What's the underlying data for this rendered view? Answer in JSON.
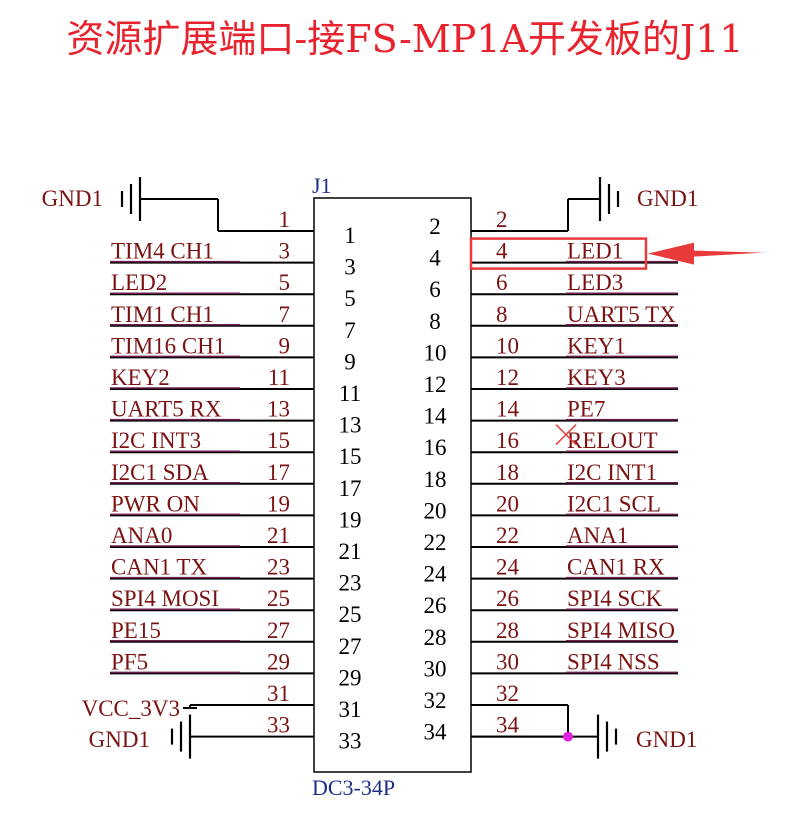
{
  "title": "资源扩展端口-接FS-MP1A开发板的J11",
  "connector": {
    "designator": "J1",
    "part": "DC3-34P"
  },
  "power": {
    "gnd_label": "GND1",
    "vcc_label": "VCC_3V3"
  },
  "left_pins": [
    {
      "pin": "1",
      "net": ""
    },
    {
      "pin": "3",
      "net": "TIM4_CH1"
    },
    {
      "pin": "5",
      "net": "LED2"
    },
    {
      "pin": "7",
      "net": "TIM1_CH1"
    },
    {
      "pin": "9",
      "net": "TIM16_CH1"
    },
    {
      "pin": "11",
      "net": "KEY2"
    },
    {
      "pin": "13",
      "net": "UART5_RX"
    },
    {
      "pin": "15",
      "net": "I2C_INT3"
    },
    {
      "pin": "17",
      "net": "I2C1_SDA"
    },
    {
      "pin": "19",
      "net": "PWR_ON"
    },
    {
      "pin": "21",
      "net": "ANA0"
    },
    {
      "pin": "23",
      "net": "CAN1_TX"
    },
    {
      "pin": "25",
      "net": "SPI4_MOSI"
    },
    {
      "pin": "27",
      "net": "PE15"
    },
    {
      "pin": "29",
      "net": "PF5"
    },
    {
      "pin": "31",
      "net": ""
    },
    {
      "pin": "33",
      "net": ""
    }
  ],
  "right_pins": [
    {
      "pin": "2",
      "net": ""
    },
    {
      "pin": "4",
      "net": "LED1"
    },
    {
      "pin": "6",
      "net": "LED3"
    },
    {
      "pin": "8",
      "net": "UART5_TX"
    },
    {
      "pin": "10",
      "net": "KEY1"
    },
    {
      "pin": "12",
      "net": "KEY3"
    },
    {
      "pin": "14",
      "net": "PE7"
    },
    {
      "pin": "16",
      "net": "RELOUT"
    },
    {
      "pin": "18",
      "net": "I2C_INT1"
    },
    {
      "pin": "20",
      "net": "I2C1_SCL"
    },
    {
      "pin": "22",
      "net": "ANA1"
    },
    {
      "pin": "24",
      "net": "CAN1_RX"
    },
    {
      "pin": "26",
      "net": "SPI4_SCK"
    },
    {
      "pin": "28",
      "net": "SPI4_MISO"
    },
    {
      "pin": "30",
      "net": "SPI4_NSS"
    },
    {
      "pin": "32",
      "net": ""
    },
    {
      "pin": "34",
      "net": ""
    }
  ],
  "highlighted_net": "LED1",
  "colors": {
    "title": "#e8232d",
    "wire": "#000000",
    "text": "#7a1212",
    "net_underline": "#6e1f4e",
    "box": "#000000",
    "designator": "#1b2f8a",
    "highlight": "#e83a3a",
    "junction": "#e020e0",
    "no_connect": "#e83a3a"
  }
}
